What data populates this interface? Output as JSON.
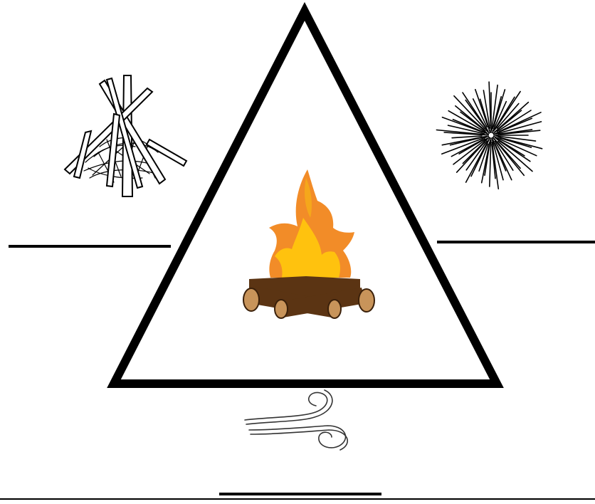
{
  "diagram": {
    "title": "",
    "center_icon": "campfire-icon",
    "corner_icons": {
      "top_left": "stacked-firewood-icon",
      "top_right": "heat-burst-icon",
      "bottom": "wind-air-icon"
    },
    "answer_blanks": [
      {
        "id": "left",
        "text": ""
      },
      {
        "id": "right",
        "text": ""
      },
      {
        "id": "bottom",
        "text": ""
      }
    ],
    "colors": {
      "outline": "#000000",
      "flame_outer": "#f28c28",
      "flame_inner": "#ffc20e",
      "log_bark": "#5b3413",
      "log_end": "#c8945a"
    }
  }
}
